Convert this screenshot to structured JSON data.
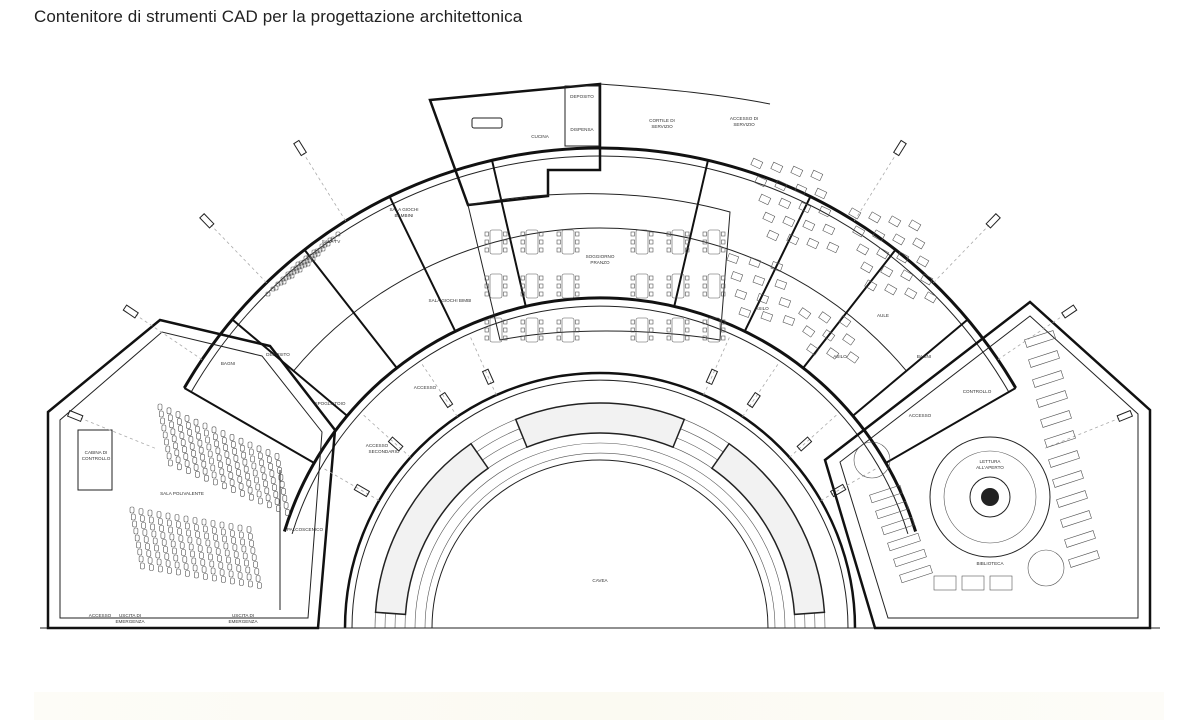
{
  "title": "Contenitore di strumenti CAD per la progettazione architettonica",
  "rooms": {
    "cucina": "CUCINA",
    "deposito_top": "DEPOSITO",
    "dispensa": "DISPENSA",
    "cortile_1": "CORTILE DI",
    "cortile_2": "SERVIZIO",
    "accesso_servizio_1": "ACCESSO DI",
    "accesso_servizio_2": "SERVIZIO",
    "sala_giochi_bambini_1": "SALA GIOCHI",
    "sala_giochi_bambini_2": "BAMBINI",
    "sala_tv": "SALA TV",
    "soggiorno_1": "SOGGIORNO",
    "soggiorno_2": "PRANZO",
    "sala_giochi_bimbi": "SALA GIOCHI BIMBI",
    "aule": "AULE",
    "asilo_1": "ASILO",
    "asilo_2": "ASILO",
    "bagni_left": "BAGNI",
    "bagni_right": "BAGNI",
    "deposito_left": "DEPOSITO",
    "spogliatoio": "SPOGLIATOIO",
    "accesso_center": "ACCESSO",
    "accesso_secondario_1": "ACCESSO",
    "accesso_secondario_2": "SECONDARIO",
    "cabina_1": "CABINA DI",
    "cabina_2": "CONTROLLO",
    "sala_polivalente": "SALA POLIVALENTE",
    "palcoscenico": "PALCOSCENICO",
    "accesso_bottom": "ACCESSO",
    "uscita_1a": "USCITA DI",
    "uscita_1b": "EMERGENZA",
    "uscita_2a": "USCITA DI",
    "uscita_2b": "EMERGENZA",
    "cavea": "CAVEA",
    "controllo": "CONTROLLO",
    "accesso_right": "ACCESSO",
    "lettura_1": "LETTURA",
    "lettura_2": "ALL'APERTO",
    "biblioteca": "BIBLIOTECA"
  }
}
